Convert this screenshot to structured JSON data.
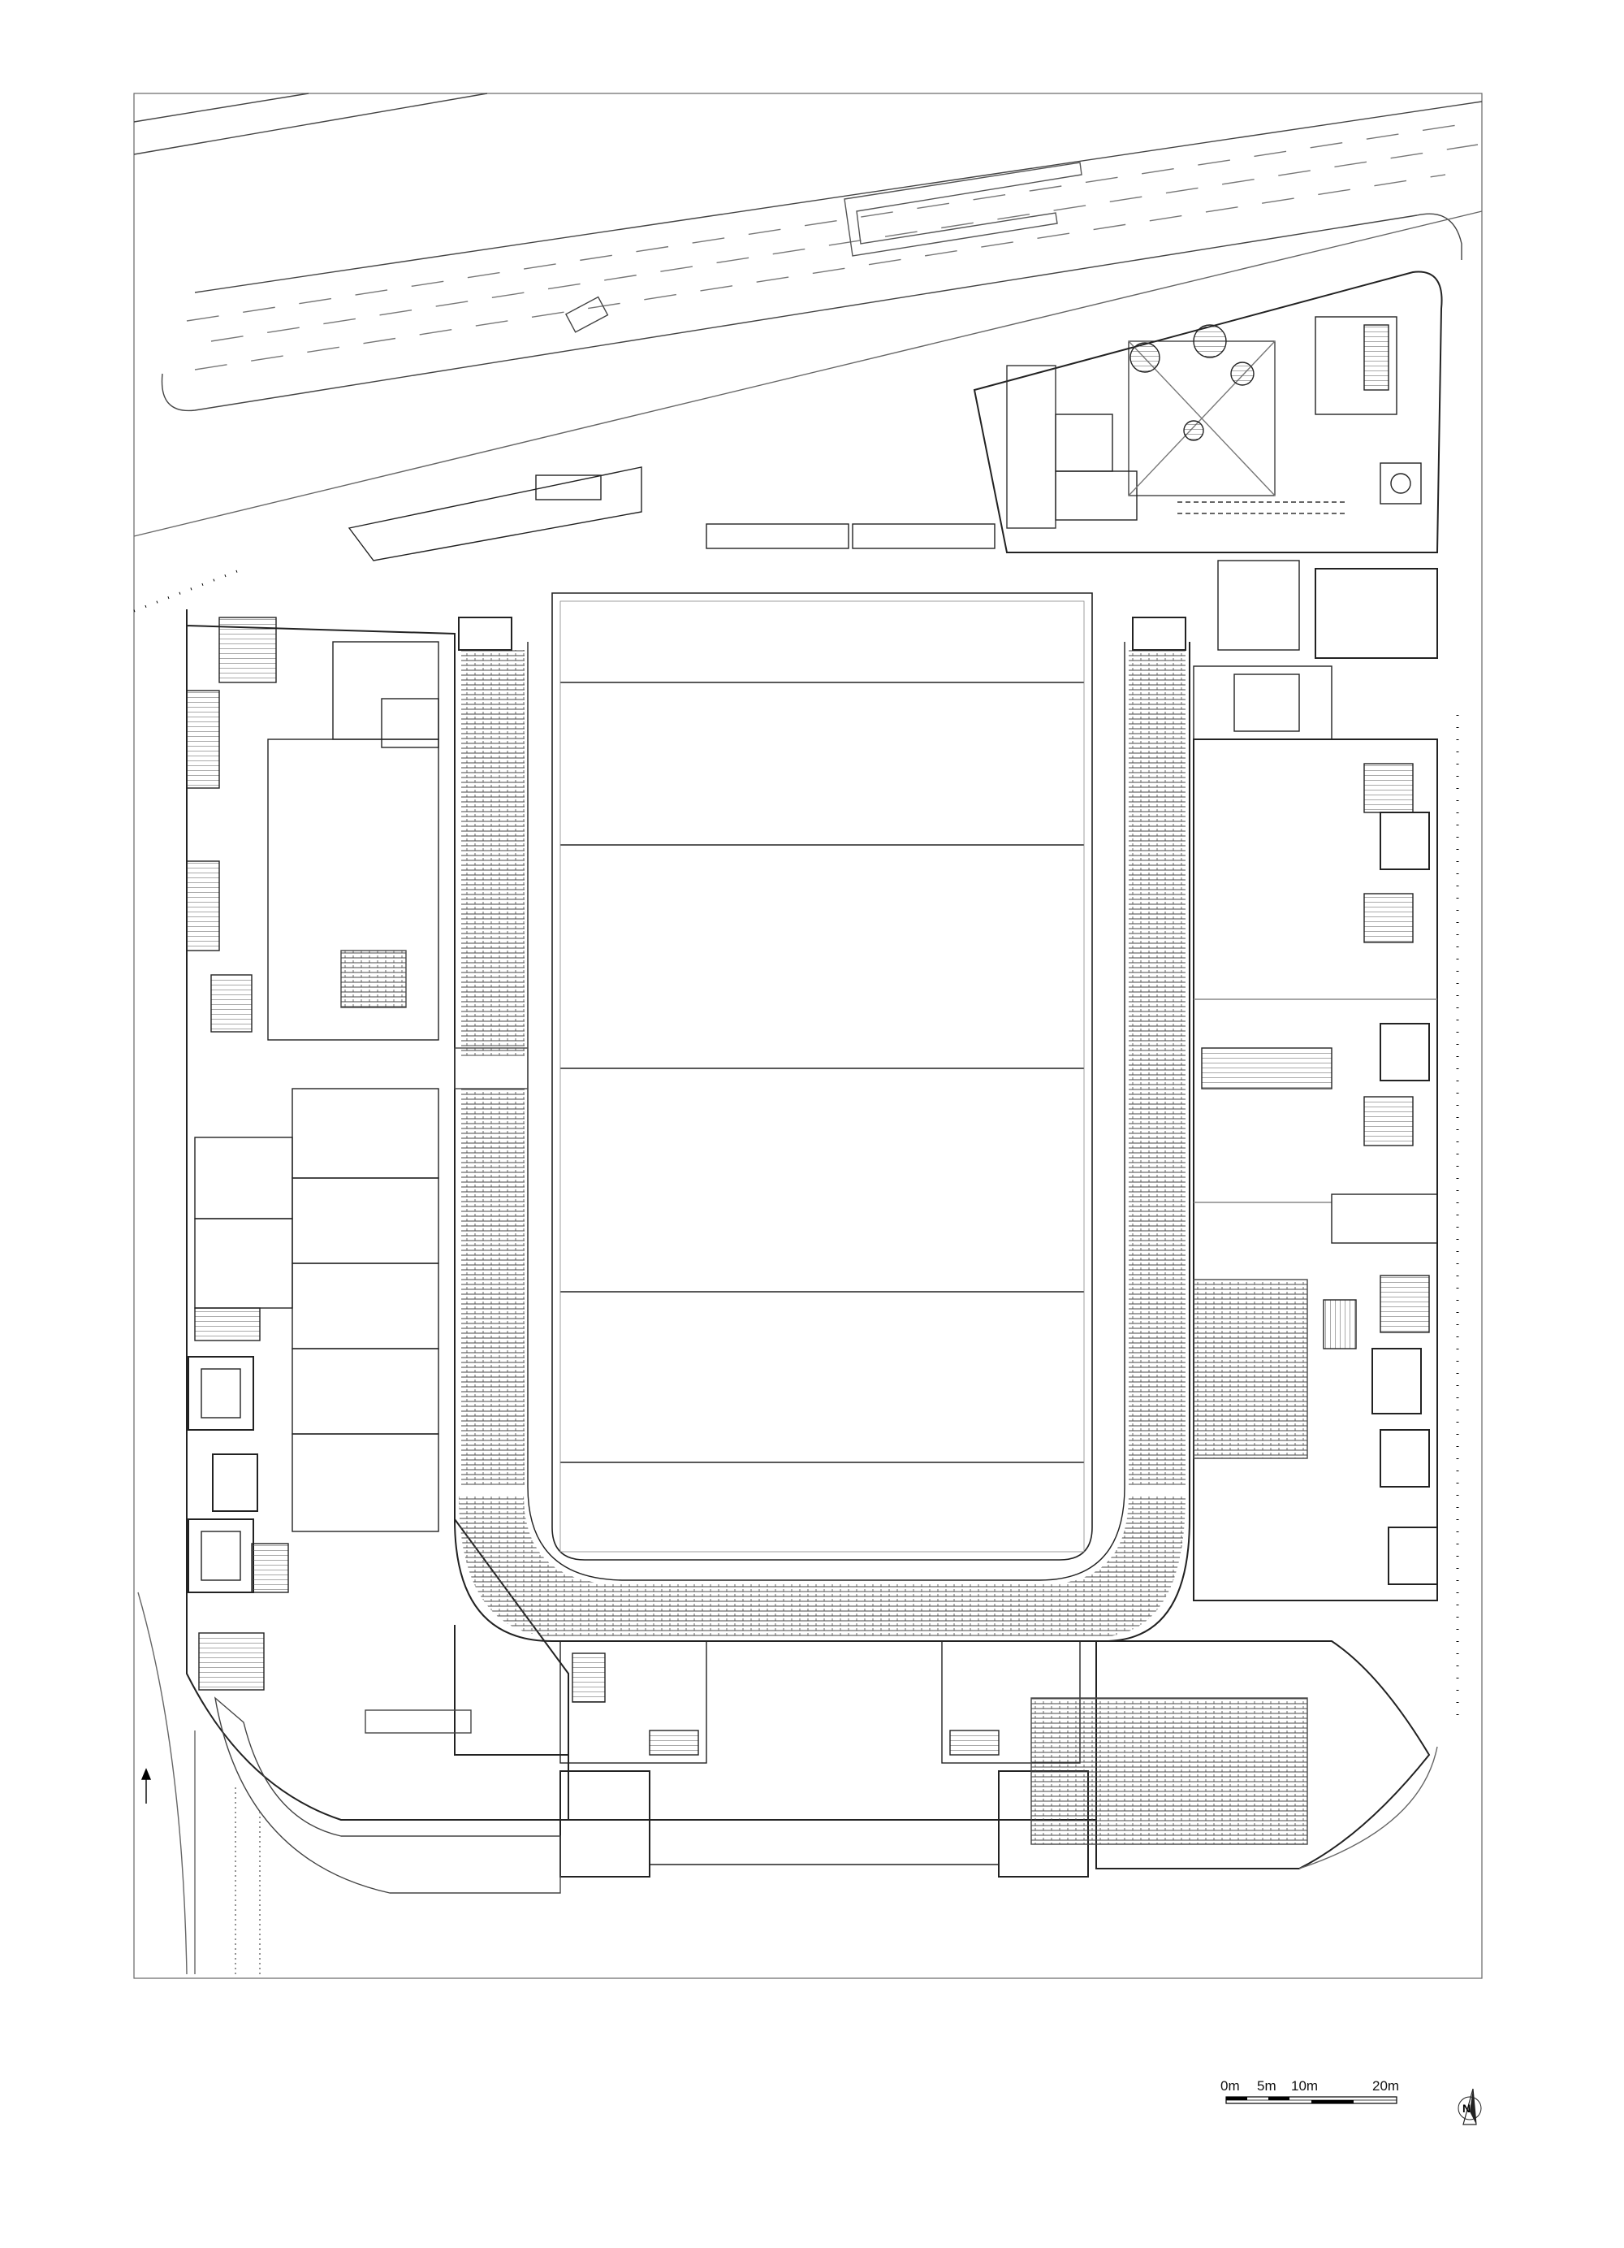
{
  "scale_bar": {
    "labels": [
      "0m",
      "5m",
      "10m",
      "20m"
    ]
  },
  "north_arrow": {
    "letter": "N",
    "icon": "north-arrow-icon"
  },
  "colors": {
    "line": "#222222",
    "light_line": "#888888",
    "hatch": "#555555"
  }
}
